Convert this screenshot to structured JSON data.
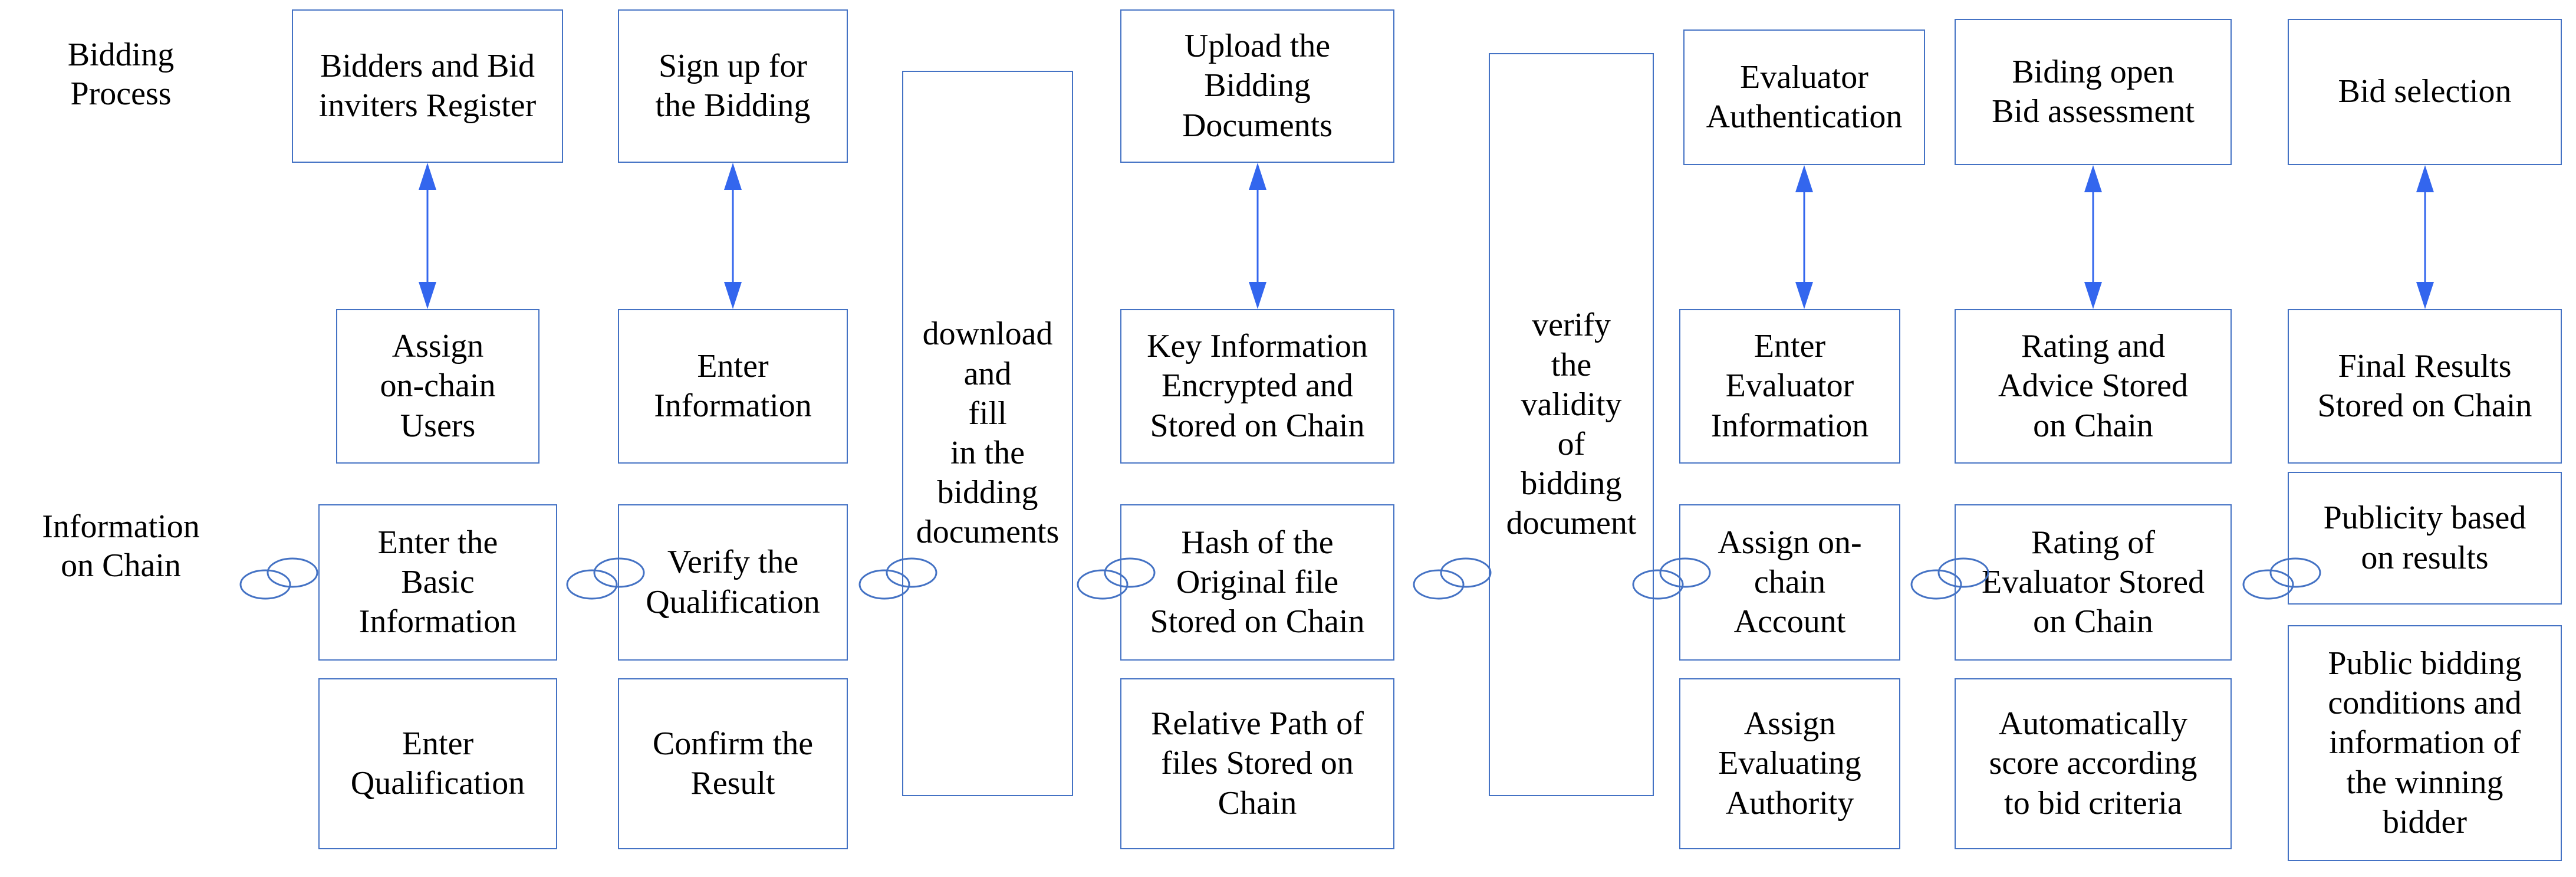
{
  "diagram": {
    "title": "Bidding Process and Information on Chain flow diagram",
    "accent_color": "#4472C4",
    "arrow_color": "#3366EE",
    "background": "#ffffff",
    "row_labels": [
      {
        "id": "row-bidding-process",
        "text": "Bidding\nProcess"
      },
      {
        "id": "row-information-on-chain",
        "text": "Information\non Chain"
      }
    ],
    "columns": [
      {
        "id": "col-1",
        "process_node": "Bidders and Bid\ninviters Register",
        "chain_nodes": [
          "Assign\non-chain\nUsers",
          "Enter the\nBasic\nInformation",
          "Enter\nQualification"
        ]
      },
      {
        "id": "col-2",
        "process_node": "Sign up for\nthe Bidding",
        "chain_nodes": [
          "Enter\nInformation",
          "Verify the\nQualification",
          "Confirm the\nResult"
        ]
      },
      {
        "id": "col-3",
        "process_node": "download\nand\nfill\nin the\nbidding\ndocuments",
        "chain_nodes": []
      },
      {
        "id": "col-4",
        "process_node": "Upload the\nBidding\nDocuments",
        "chain_nodes": [
          "Key Information\nEncrypted and\nStored on Chain",
          "Hash of the\nOriginal file\nStored on Chain",
          "Relative Path of\nfiles Stored on\nChain"
        ]
      },
      {
        "id": "col-5",
        "process_node": "verify\nthe\nvalidity\nof\nbidding\ndocument",
        "chain_nodes": []
      },
      {
        "id": "col-6",
        "process_node": "Evaluator\nAuthentication",
        "chain_nodes": [
          "Enter\nEvaluator\nInformation",
          "Assign on-\nchain\nAccount",
          "Assign\nEvaluating\nAuthority"
        ]
      },
      {
        "id": "col-7",
        "process_node": "Biding open\nBid assessment",
        "chain_nodes": [
          "Rating and\nAdvice Stored\non Chain",
          "Rating of\nEvaluator Stored\non Chain",
          "Automatically\nscore according\nto bid criteria"
        ]
      },
      {
        "id": "col-8",
        "process_node": "Bid selection",
        "chain_nodes": [
          "Final Results\nStored on Chain",
          "Publicity based\non results",
          "Public bidding\nconditions and\ninformation of\nthe winning\nbidder"
        ]
      }
    ],
    "connector_icons": {
      "vertical_arrow": "double-headed-vertical-arrow",
      "chain_link": "chain-link-icon"
    }
  }
}
